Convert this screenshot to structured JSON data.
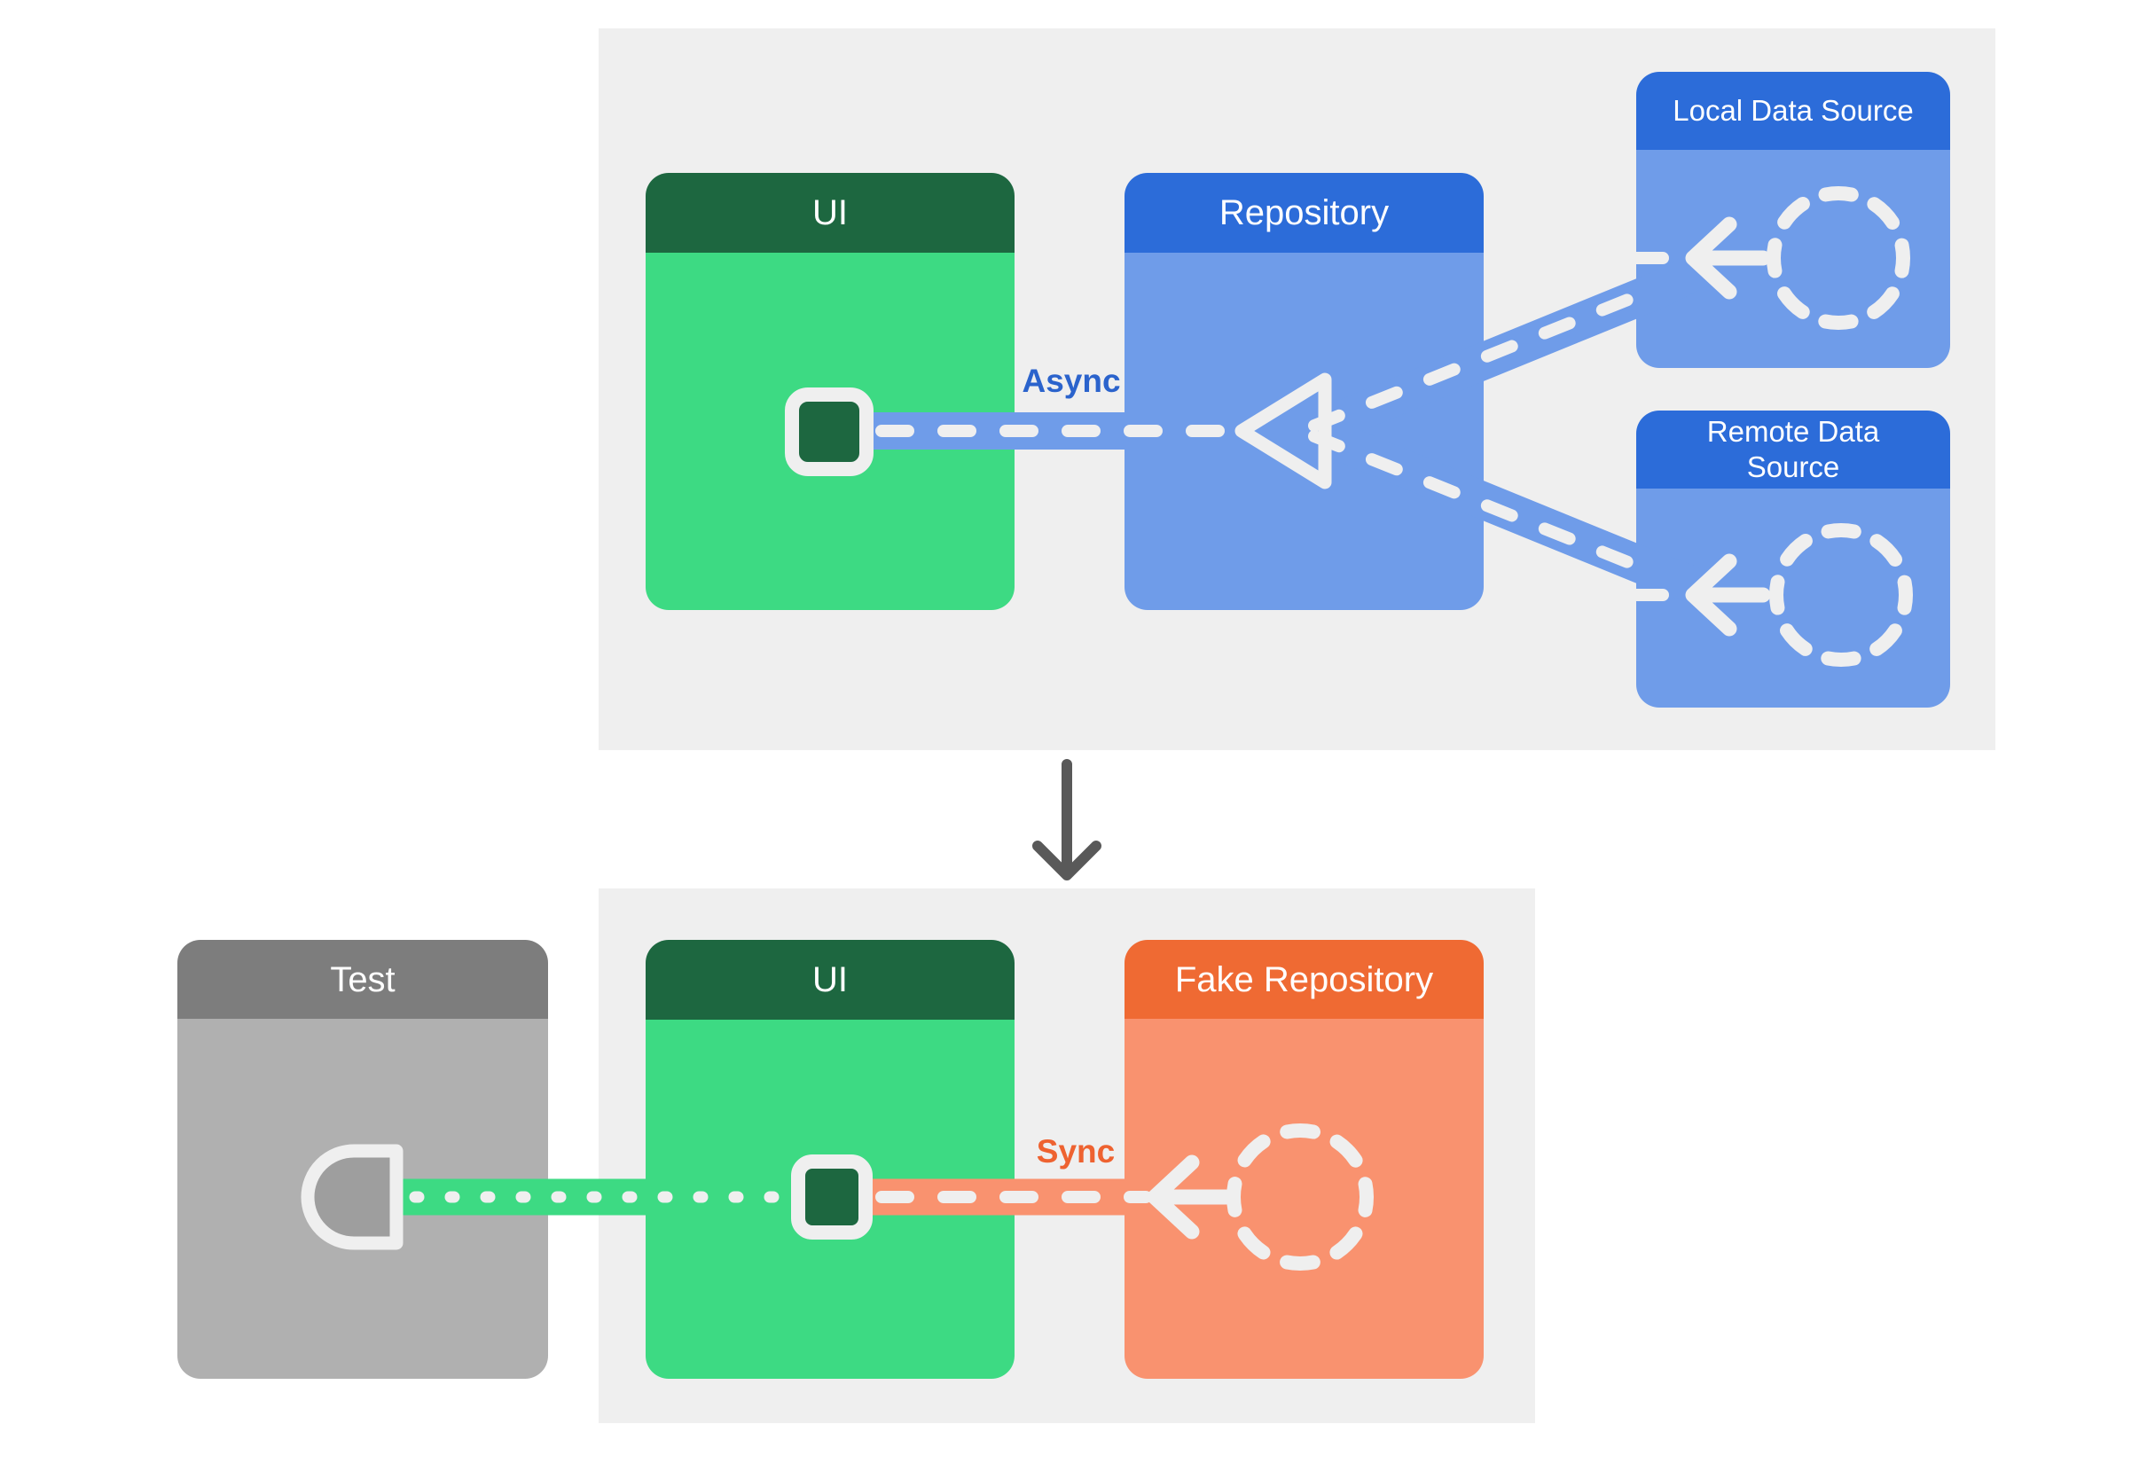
{
  "top_panel": {
    "ui_box": {
      "label": "UI"
    },
    "repository_box": {
      "label": "Repository"
    },
    "local_data_source_box": {
      "label": "Local Data Source"
    },
    "remote_data_source_box": {
      "label": "Remote Data Source"
    },
    "async_label": "Async"
  },
  "bottom_panel": {
    "test_box": {
      "label": "Test"
    },
    "ui_box": {
      "label": "UI"
    },
    "fake_repository_box": {
      "label": "Fake Repository"
    },
    "sync_label": "Sync"
  },
  "icons": {
    "ui_state_icon": "rounded-square",
    "data_source_icon": "dashed-circle",
    "repository_collector_icon": "hollow-triangle-left",
    "test_socket_icon": "d-socket",
    "data_flow_icon": "arrow-left",
    "transition_icon": "arrow-down"
  },
  "colors": {
    "page_background": "#ffffff",
    "panel_background": "#efefef",
    "green_header": "#1d6740",
    "green_body": "#3dda83",
    "blue_header": "#2c6cd9",
    "blue_body": "#6f9ce9",
    "orange_header": "#ef6a33",
    "orange_body": "#f9926f",
    "gray_header": "#7d7d7d",
    "gray_body": "#b0b0b0",
    "async_text": "#2b63cc",
    "sync_text": "#ee6230",
    "connector_stroke": "#efefef",
    "transition_arrow": "#595959"
  }
}
